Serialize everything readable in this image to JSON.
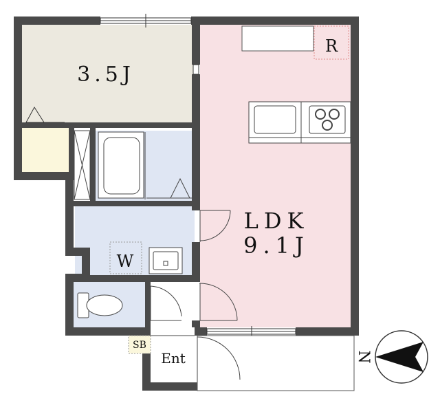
{
  "rooms": {
    "western_room": "3.5J",
    "ldk_name": "LDK",
    "ldk_size": "9.1J",
    "washroom": "W",
    "refrigerator": "R",
    "shoe_box": "SB",
    "entrance": "Ent"
  },
  "compass": {
    "north": "N"
  },
  "colors": {
    "wall": "#4a4a4a",
    "western_room_floor": "#ece9df",
    "ldk_floor": "#f8e1e4",
    "wet_area_floor": "#dfe6f3",
    "closet_floor": "#fbf7dc",
    "white": "#ffffff",
    "line": "#333333"
  }
}
